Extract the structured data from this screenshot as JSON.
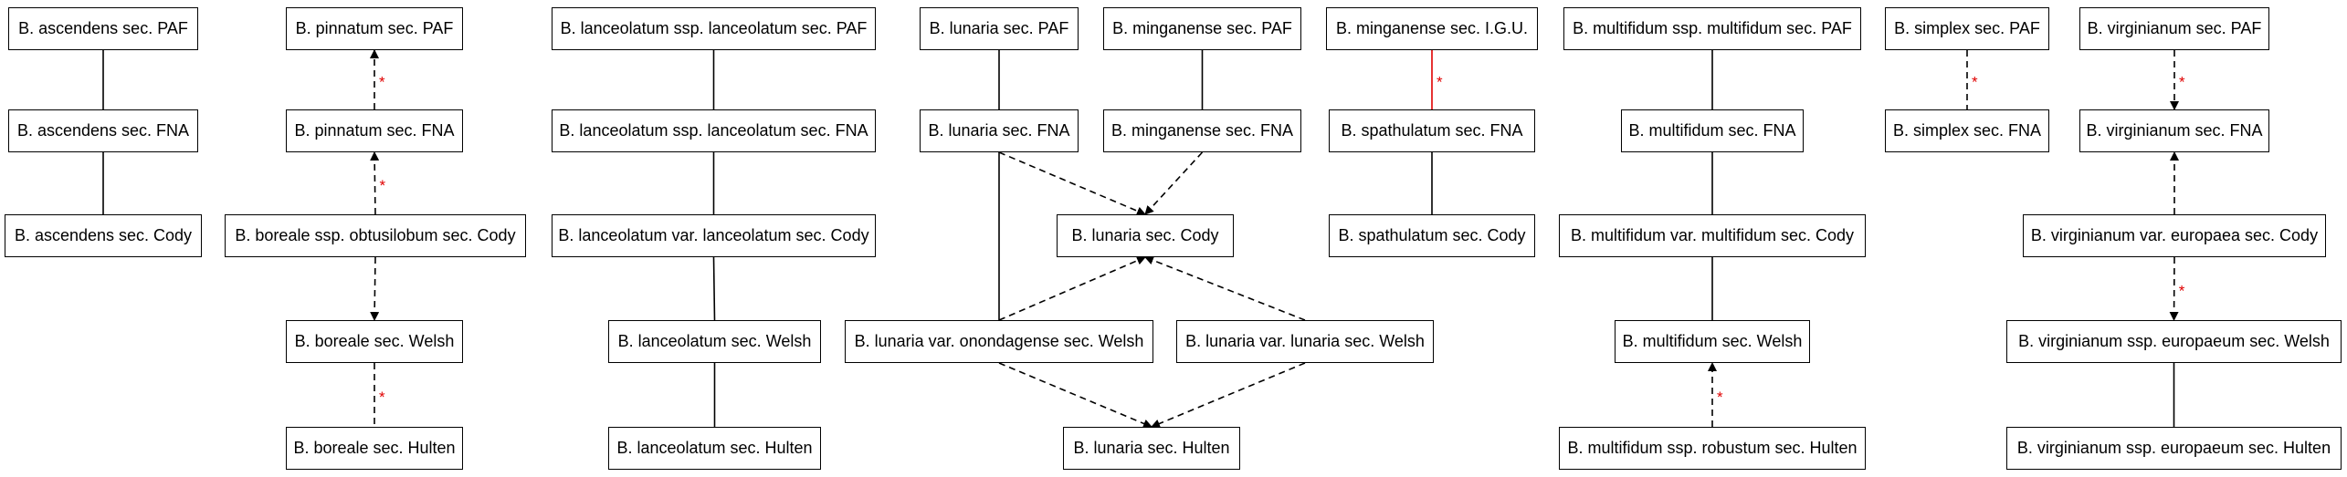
{
  "nodes": {
    "asc_paf": "B. ascendens sec. PAF",
    "asc_fna": "B. ascendens sec. FNA",
    "asc_cody": "B. ascendens sec. Cody",
    "pin_paf": "B. pinnatum sec. PAF",
    "pin_fna": "B. pinnatum sec. FNA",
    "bor_obt_cody": "B. boreale ssp. obtusilobum sec. Cody",
    "bor_welsh": "B. boreale sec. Welsh",
    "bor_hulten": "B. boreale sec. Hulten",
    "lan_paf": "B. lanceolatum ssp. lanceolatum sec. PAF",
    "lan_fna": "B. lanceolatum ssp. lanceolatum sec. FNA",
    "lan_cody": "B. lanceolatum var. lanceolatum sec. Cody",
    "lan_welsh": "B. lanceolatum sec. Welsh",
    "lan_hulten": "B. lanceolatum sec. Hulten",
    "lun_paf": "B. lunaria sec. PAF",
    "min_paf": "B. minganense sec. PAF",
    "lun_fna": "B. lunaria sec. FNA",
    "min_fna": "B. minganense sec. FNA",
    "lun_cody": "B. lunaria sec. Cody",
    "lun_ono_welsh": "B. lunaria var. onondagense sec. Welsh",
    "lun_lun_welsh": "B. lunaria var. lunaria sec. Welsh",
    "lun_hulten": "B. lunaria sec. Hulten",
    "min_igu": "B. minganense sec. I.G.U.",
    "spa_fna": "B. spathulatum sec. FNA",
    "spa_cody": "B. spathulatum sec. Cody",
    "mul_paf": "B. multifidum ssp. multifidum sec. PAF",
    "mul_fna": "B. multifidum sec. FNA",
    "mul_cody": "B. multifidum var. multifidum sec. Cody",
    "mul_welsh": "B. multifidum sec. Welsh",
    "mul_rob_hulten": "B. multifidum ssp. robustum sec. Hulten",
    "sim_paf": "B. simplex sec. PAF",
    "sim_fna": "B. simplex sec. FNA",
    "vir_paf": "B. virginianum sec. PAF",
    "vir_fna": "B. virginianum sec. FNA",
    "vir_eur_cody": "B. virginianum var. europaea sec. Cody",
    "vir_eur_welsh": "B. virginianum ssp. europaeum sec. Welsh",
    "vir_eur_hulten": "B. virginianum ssp. europaeum sec. Hulten"
  },
  "edge_marker": "*",
  "colors": {
    "line": "#000000",
    "marker": "#e00000",
    "red_edge": "#e00000"
  },
  "edges": [
    {
      "from": "asc_paf",
      "to": "asc_fna",
      "style": "solid"
    },
    {
      "from": "asc_fna",
      "to": "asc_cody",
      "style": "solid"
    },
    {
      "from": "pin_fna",
      "to": "pin_paf",
      "style": "dashed",
      "arrow": true,
      "marker": true
    },
    {
      "from": "bor_obt_cody",
      "to": "pin_fna",
      "style": "dashed",
      "arrow": true,
      "marker": true
    },
    {
      "from": "bor_obt_cody",
      "to": "bor_welsh",
      "style": "dashed",
      "arrow": true
    },
    {
      "from": "bor_welsh",
      "to": "bor_hulten",
      "style": "dashed",
      "marker": true
    },
    {
      "from": "lan_paf",
      "to": "lan_fna",
      "style": "solid"
    },
    {
      "from": "lan_fna",
      "to": "lan_cody",
      "style": "solid"
    },
    {
      "from": "lan_cody",
      "to": "lan_welsh",
      "style": "solid"
    },
    {
      "from": "lan_welsh",
      "to": "lan_hulten",
      "style": "solid"
    },
    {
      "from": "lun_paf",
      "to": "lun_fna",
      "style": "solid"
    },
    {
      "from": "min_paf",
      "to": "min_fna",
      "style": "solid"
    },
    {
      "from": "lun_fna",
      "to": "lun_ono_welsh",
      "style": "solid"
    },
    {
      "from": "lun_fna",
      "to": "lun_cody",
      "style": "dashed",
      "arrow": true
    },
    {
      "from": "min_fna",
      "to": "lun_cody",
      "style": "dashed",
      "arrow": true
    },
    {
      "from": "lun_ono_welsh",
      "to": "lun_cody",
      "style": "dashed",
      "arrow": true
    },
    {
      "from": "lun_lun_welsh",
      "to": "lun_cody",
      "style": "dashed",
      "arrow": true
    },
    {
      "from": "lun_ono_welsh",
      "to": "lun_hulten",
      "style": "dashed",
      "arrow": true
    },
    {
      "from": "lun_lun_welsh",
      "to": "lun_hulten",
      "style": "dashed",
      "arrow": true
    },
    {
      "from": "min_igu",
      "to": "spa_fna",
      "style": "red",
      "marker": true
    },
    {
      "from": "spa_fna",
      "to": "spa_cody",
      "style": "solid"
    },
    {
      "from": "mul_paf",
      "to": "mul_fna",
      "style": "solid"
    },
    {
      "from": "mul_fna",
      "to": "mul_cody",
      "style": "solid"
    },
    {
      "from": "mul_cody",
      "to": "mul_welsh",
      "style": "solid"
    },
    {
      "from": "mul_rob_hulten",
      "to": "mul_welsh",
      "style": "dashed",
      "arrow": true,
      "marker": true
    },
    {
      "from": "sim_paf",
      "to": "sim_fna",
      "style": "dashed",
      "marker": true
    },
    {
      "from": "vir_paf",
      "to": "vir_fna",
      "style": "dashed",
      "arrow": true,
      "marker": true
    },
    {
      "from": "vir_eur_cody",
      "to": "vir_fna",
      "style": "dashed",
      "arrow": true
    },
    {
      "from": "vir_eur_cody",
      "to": "vir_eur_welsh",
      "style": "dashed",
      "arrow": true,
      "marker": true
    },
    {
      "from": "vir_eur_welsh",
      "to": "vir_eur_hulten",
      "style": "solid"
    }
  ]
}
